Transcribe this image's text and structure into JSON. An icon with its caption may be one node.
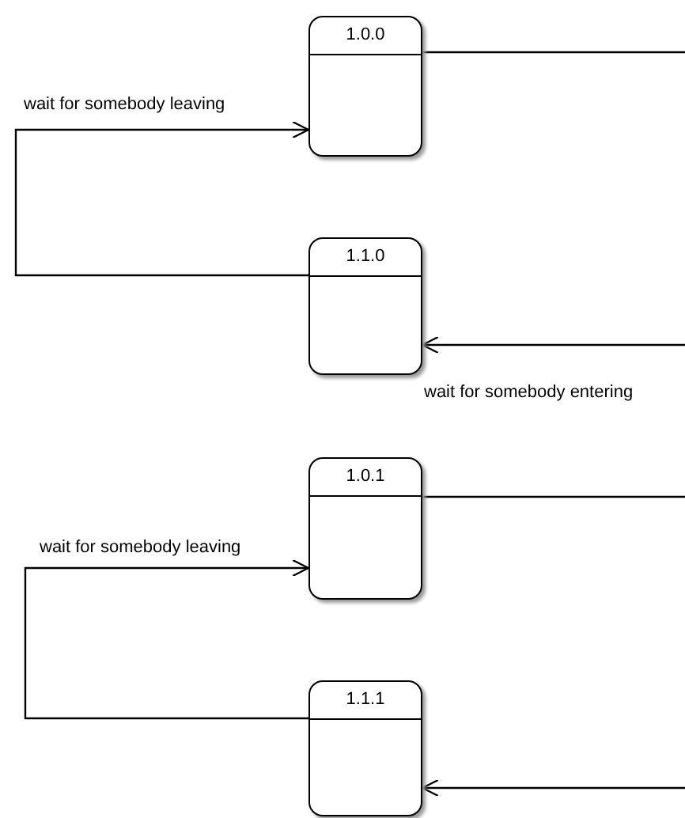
{
  "diagram": {
    "nodes": [
      {
        "text": [
          "1.0.0"
        ]
      },
      {
        "text": [
          "1.1.0"
        ]
      },
      {
        "text": [
          "1.0.1"
        ]
      },
      {
        "text": [
          "1.1.1"
        ]
      }
    ],
    "edges": [
      {
        "from": 0,
        "to": null,
        "arrow": "none"
      },
      {
        "from": 1,
        "to": 0,
        "arrow": "to",
        "label": "wait for somebody leaving"
      },
      {
        "from": null,
        "to": 1,
        "arrow": "to",
        "label": "wait for somebody entering"
      },
      {
        "from": 2,
        "to": null,
        "arrow": "none"
      },
      {
        "from": 3,
        "to": 2,
        "arrow": "to",
        "label": "wait for somebody leaving"
      },
      {
        "from": null,
        "to": 3,
        "arrow": "to"
      }
    ]
  }
}
